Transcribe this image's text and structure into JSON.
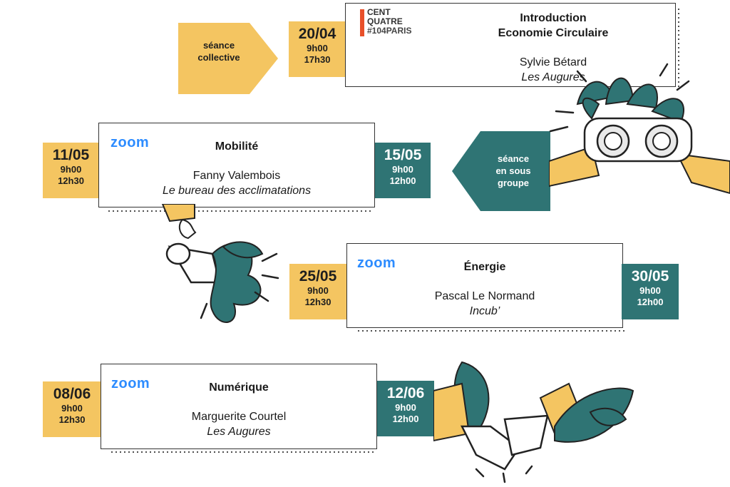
{
  "colors": {
    "yellow": "#f4c561",
    "teal": "#2f7474",
    "zoom_blue": "#2d8cff",
    "logo_red": "#e8502a"
  },
  "tags": {
    "collective": {
      "line1": "séance",
      "line2": "collective"
    },
    "subgroup": {
      "line1": "séance",
      "line2": "en sous",
      "line3": "groupe"
    }
  },
  "logo": {
    "line1": "CENT",
    "line2": "QUATRE",
    "line3": "#104PARIS"
  },
  "zoom_label": "zoom",
  "sessions": [
    {
      "title_line1": "Introduction",
      "title_line2": "Economie Circulaire",
      "person": "Sylvie Bétard",
      "org": "Les Augures",
      "date1": {
        "day": "20/04",
        "start": "9h00",
        "end": "17h30"
      }
    },
    {
      "title": "Mobilité",
      "person": "Fanny Valembois",
      "org": "Le bureau des acclimatations",
      "date1": {
        "day": "11/05",
        "start": "9h00",
        "end": "12h30"
      },
      "date2": {
        "day": "15/05",
        "start": "9h00",
        "end": "12h00"
      }
    },
    {
      "title": "Énergie",
      "person": "Pascal Le Normand",
      "org": "Incub’",
      "date1": {
        "day": "25/05",
        "start": "9h00",
        "end": "12h30"
      },
      "date2": {
        "day": "30/05",
        "start": "9h00",
        "end": "12h00"
      }
    },
    {
      "title": "Numérique",
      "person": "Marguerite Courtel",
      "org": "Les Augures",
      "date1": {
        "day": "08/06",
        "start": "9h00",
        "end": "12h30"
      },
      "date2": {
        "day": "12/06",
        "start": "9h00",
        "end": "12h00"
      }
    }
  ],
  "icons": [
    "binoculars-icon",
    "megaphone-icon",
    "handshake-icon",
    "leaf-icon"
  ]
}
